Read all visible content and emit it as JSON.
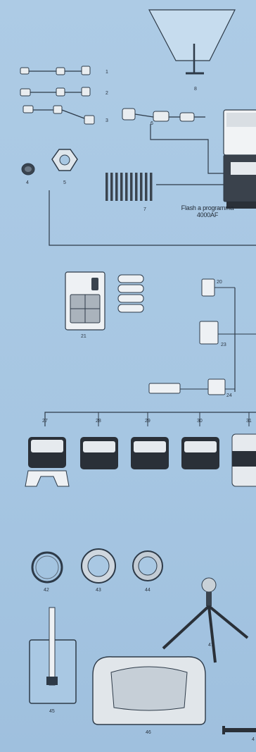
{
  "flash": {
    "title_line1": "Flash a programma",
    "title_line2": "4000AF"
  },
  "labels": {
    "n1": "1",
    "n2": "2",
    "n3": "3",
    "n4": "4",
    "n5": "5",
    "n6": "6",
    "n7": "7",
    "n8": "8",
    "n20": "20",
    "n21": "21",
    "n23": "23",
    "n24": "24",
    "n27": "27",
    "n28": "28",
    "n29": "29",
    "n30": "30",
    "n31": "31",
    "n42": "42",
    "n43": "43",
    "n44": "44",
    "n45": "45",
    "n46": "46",
    "n47": "47",
    "n48": "4"
  },
  "colors": {
    "background": "#a9c8e3",
    "line": "#2d3a48",
    "device_light": "#f1f3f5",
    "device_dark": "#2a3038"
  }
}
